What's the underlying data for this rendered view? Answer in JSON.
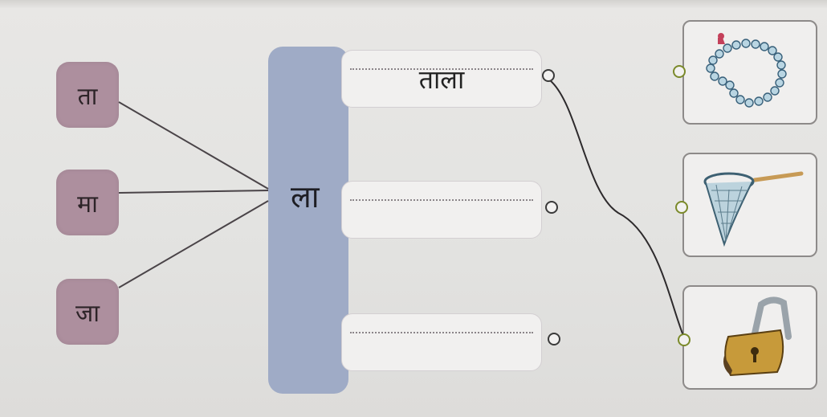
{
  "syllables": [
    {
      "text": "ता"
    },
    {
      "text": "मा"
    },
    {
      "text": "जा"
    }
  ],
  "suffix": "ला",
  "words": [
    {
      "text": "ताला"
    },
    {
      "text": ""
    },
    {
      "text": ""
    }
  ],
  "pictures": [
    {
      "icon": "garland-icon"
    },
    {
      "icon": "butterfly-net-icon"
    },
    {
      "icon": "padlock-icon"
    }
  ]
}
